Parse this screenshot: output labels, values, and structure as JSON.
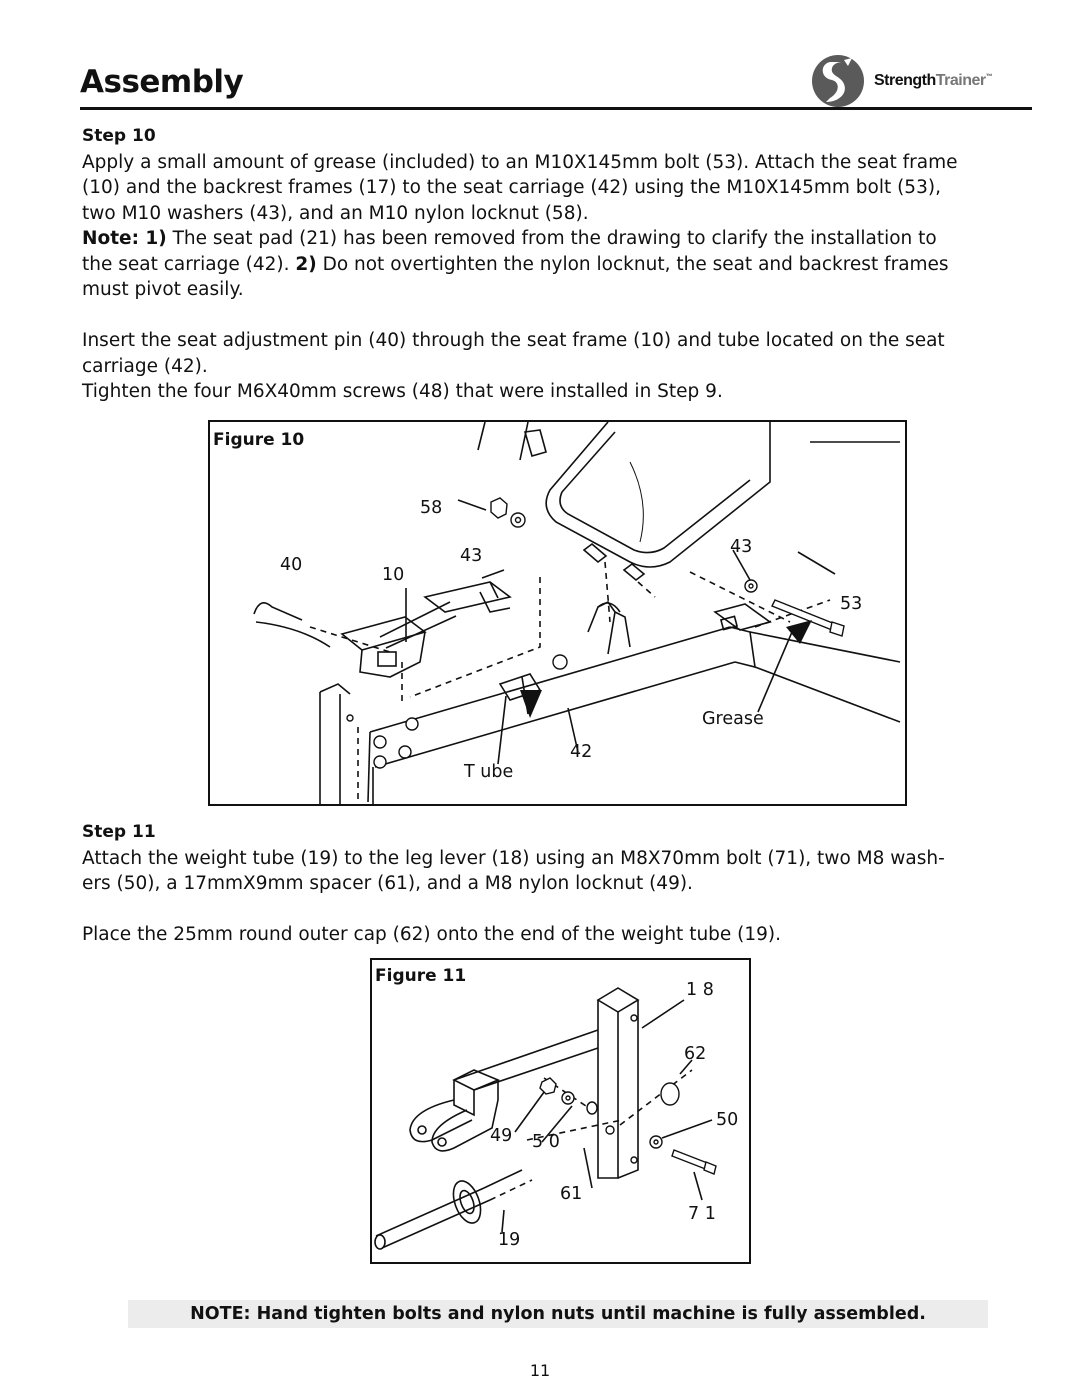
{
  "header": {
    "title": "Assembly",
    "logo_bold": "Strength",
    "logo_light": "Trainer",
    "logo_tm": "™"
  },
  "step10": {
    "heading": "Step 10",
    "para1_lines": [
      "Apply a small amount of grease (included) to an M10X145mm bolt (53).  Attach the seat frame",
      "(10) and the backrest frames (17) to the seat carriage (42) using the M10X145mm bolt (53),",
      "two M10 washers (43), and an M10 nylon locknut (58)."
    ],
    "note_label": "Note: 1)",
    "note_line1": " The seat pad (21) has been removed from the drawing to clarify the installation to",
    "note_line2a": "the seat carriage (42).  ",
    "note_2label": "2)",
    "note_line2b": " Do not overtighten the nylon locknut, the seat and backrest frames",
    "note_line3": "must pivot easily.",
    "para2_lines": [
      "Insert the seat adjustment pin (40) through the seat frame (10) and tube located on the seat",
      "carriage (42)."
    ],
    "para3": "Tighten the four M6X40mm screws (48) that were installed in Step 9."
  },
  "figure10": {
    "label": "Figure 10",
    "callouts": {
      "c58": "58",
      "c43a": "43",
      "c43b": "43",
      "c40": "40",
      "c10": "10",
      "c53": "53",
      "grease": "Grease",
      "c42": "42",
      "tube": "T ube"
    }
  },
  "step11": {
    "heading": "Step 11",
    "para1_lines": [
      "Attach the weight tube (19) to the leg lever (18) using an M8X70mm bolt (71), two M8 wash-",
      "ers (50), a 17mmX9mm spacer (61), and a M8 nylon locknut (49)."
    ],
    "para2": "Place the 25mm round outer cap (62) onto the end of the weight tube (19)."
  },
  "figure11": {
    "label": "Figure 11",
    "callouts": {
      "c18": "1 8",
      "c62": "62",
      "c50a": "50",
      "c49": "49",
      "c50b": "5 0",
      "c61": "61",
      "c71": "7 1",
      "c19": "19"
    }
  },
  "footer": {
    "note": "NOTE: Hand tighten bolts and nylon nuts until machine is fully assembled.",
    "page_number": "11"
  }
}
